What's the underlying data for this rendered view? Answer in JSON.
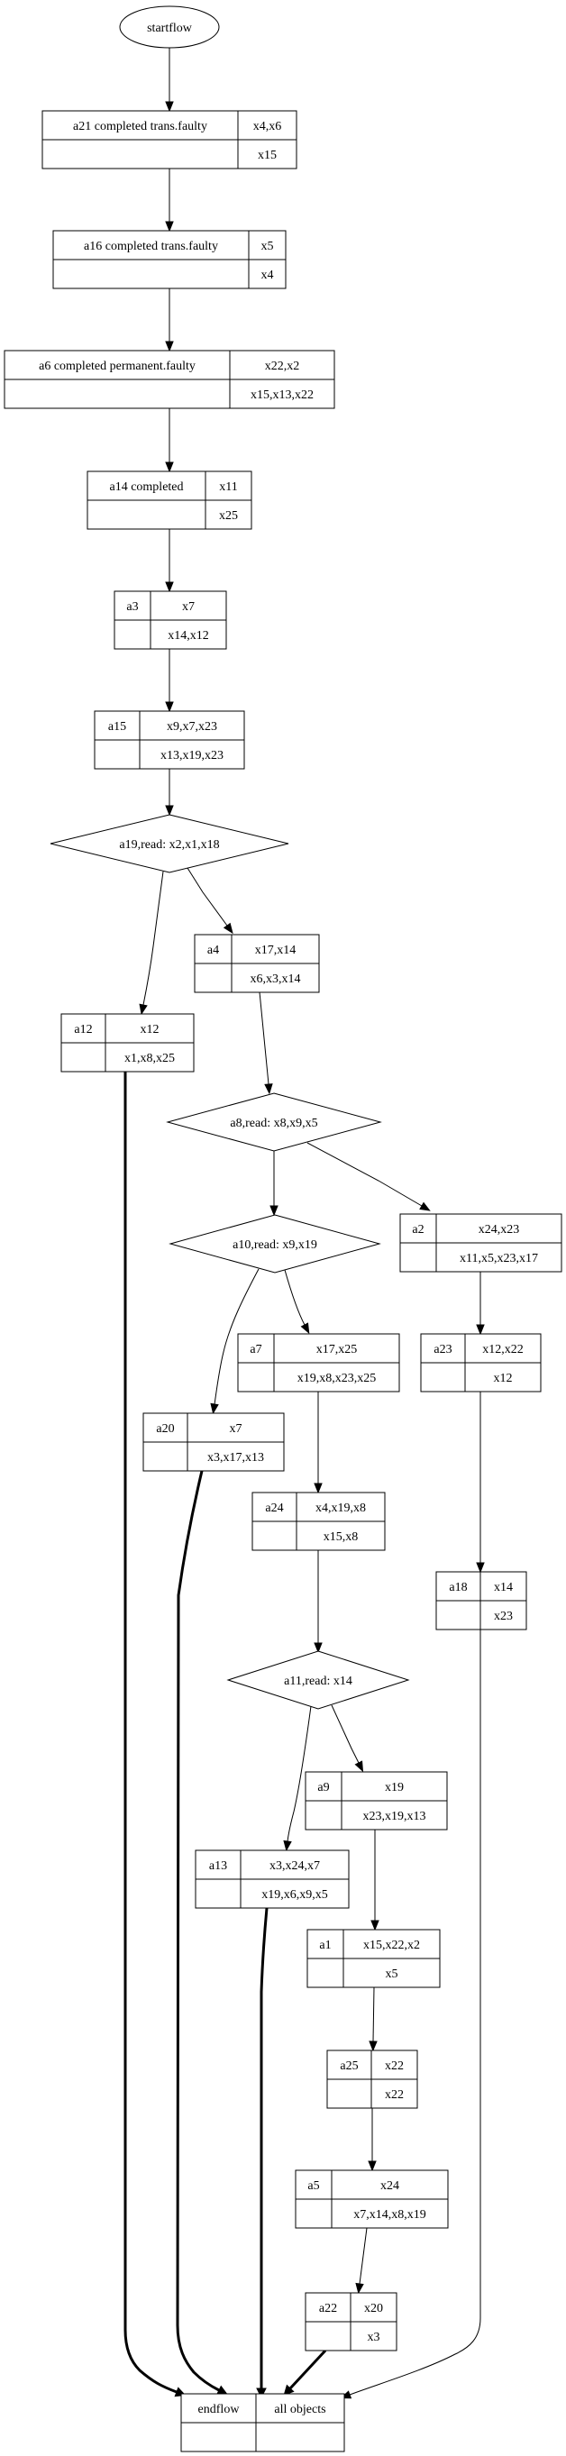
{
  "diagram": {
    "start": {
      "id": "startflow",
      "label": "startflow"
    },
    "tasks": [
      {
        "id": "a21",
        "label": "a21  completed trans.faulty",
        "top": "x4,x6",
        "bottom": "x15"
      },
      {
        "id": "a16",
        "label": "a16  completed trans.faulty",
        "top": "x5",
        "bottom": "x4"
      },
      {
        "id": "a6",
        "label": "a6  completed permanent.faulty",
        "top": "x22,x2",
        "bottom": "x15,x13,x22"
      },
      {
        "id": "a14",
        "label": "a14  completed",
        "top": "x11",
        "bottom": "x25"
      },
      {
        "id": "a3",
        "label": "a3",
        "top": "x7",
        "bottom": "x14,x12"
      },
      {
        "id": "a15",
        "label": "a15",
        "top": "x9,x7,x23",
        "bottom": "x13,x19,x23"
      },
      {
        "id": "a4",
        "label": "a4",
        "top": "x17,x14",
        "bottom": "x6,x3,x14"
      },
      {
        "id": "a12",
        "label": "a12",
        "top": "x12",
        "bottom": "x1,x8,x25"
      },
      {
        "id": "a2",
        "label": "a2",
        "top": "x24,x23",
        "bottom": "x11,x5,x23,x17"
      },
      {
        "id": "a7",
        "label": "a7",
        "top": "x17,x25",
        "bottom": "x19,x8,x23,x25"
      },
      {
        "id": "a23",
        "label": "a23",
        "top": "x12,x22",
        "bottom": "x12"
      },
      {
        "id": "a20",
        "label": "a20",
        "top": "x7",
        "bottom": "x3,x17,x13"
      },
      {
        "id": "a24",
        "label": "a24",
        "top": "x4,x19,x8",
        "bottom": "x15,x8"
      },
      {
        "id": "a18",
        "label": "a18",
        "top": "x14",
        "bottom": "x23"
      },
      {
        "id": "a9",
        "label": "a9",
        "top": "x19",
        "bottom": "x23,x19,x13"
      },
      {
        "id": "a13",
        "label": "a13",
        "top": "x3,x24,x7",
        "bottom": "x19,x6,x9,x5"
      },
      {
        "id": "a1",
        "label": "a1",
        "top": "x15,x22,x2",
        "bottom": "x5"
      },
      {
        "id": "a25",
        "label": "a25",
        "top": "x22",
        "bottom": "x22"
      },
      {
        "id": "a5",
        "label": "a5",
        "top": "x24",
        "bottom": "x7,x14,x8,x19"
      },
      {
        "id": "a22",
        "label": "a22",
        "top": "x20",
        "bottom": "x3"
      },
      {
        "id": "endflow",
        "label": "endflow",
        "top": "all objects",
        "bottom": ""
      }
    ],
    "decisions": [
      {
        "id": "a19",
        "label": "a19,read: x2,x1,x18"
      },
      {
        "id": "a8",
        "label": "a8,read: x8,x9,x5"
      },
      {
        "id": "a10",
        "label": "a10,read: x9,x19"
      },
      {
        "id": "a11",
        "label": "a11,read: x14"
      }
    ],
    "edges": [
      {
        "from": "startflow",
        "to": "a21",
        "style": "normal"
      },
      {
        "from": "a21",
        "to": "a16",
        "style": "normal"
      },
      {
        "from": "a16",
        "to": "a6",
        "style": "normal"
      },
      {
        "from": "a6",
        "to": "a14",
        "style": "normal"
      },
      {
        "from": "a14",
        "to": "a3",
        "style": "normal"
      },
      {
        "from": "a3",
        "to": "a15",
        "style": "normal"
      },
      {
        "from": "a15",
        "to": "a19",
        "style": "normal"
      },
      {
        "from": "a19",
        "to": "a12",
        "style": "normal"
      },
      {
        "from": "a19",
        "to": "a4",
        "style": "normal"
      },
      {
        "from": "a4",
        "to": "a8",
        "style": "normal"
      },
      {
        "from": "a8",
        "to": "a10",
        "style": "normal"
      },
      {
        "from": "a8",
        "to": "a2",
        "style": "normal"
      },
      {
        "from": "a10",
        "to": "a20",
        "style": "normal"
      },
      {
        "from": "a10",
        "to": "a7",
        "style": "normal"
      },
      {
        "from": "a2",
        "to": "a23",
        "style": "normal"
      },
      {
        "from": "a7",
        "to": "a24",
        "style": "normal"
      },
      {
        "from": "a23",
        "to": "a18",
        "style": "normal"
      },
      {
        "from": "a24",
        "to": "a11",
        "style": "normal"
      },
      {
        "from": "a11",
        "to": "a13",
        "style": "normal"
      },
      {
        "from": "a11",
        "to": "a9",
        "style": "normal"
      },
      {
        "from": "a9",
        "to": "a1",
        "style": "normal"
      },
      {
        "from": "a1",
        "to": "a25",
        "style": "normal"
      },
      {
        "from": "a25",
        "to": "a5",
        "style": "normal"
      },
      {
        "from": "a5",
        "to": "a22",
        "style": "normal"
      },
      {
        "from": "a12",
        "to": "endflow",
        "style": "bold"
      },
      {
        "from": "a20",
        "to": "endflow",
        "style": "bold"
      },
      {
        "from": "a13",
        "to": "endflow",
        "style": "bold"
      },
      {
        "from": "a22",
        "to": "endflow",
        "style": "bold"
      },
      {
        "from": "a18",
        "to": "endflow",
        "style": "normal"
      }
    ]
  }
}
